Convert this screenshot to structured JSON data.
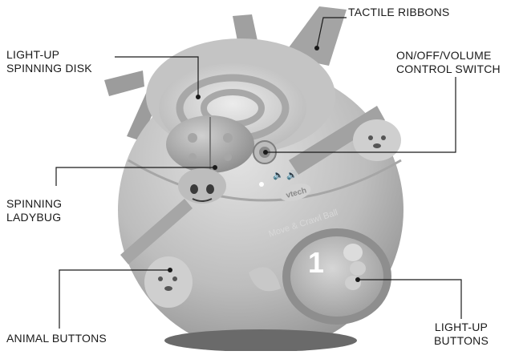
{
  "labels": {
    "tactile_ribbons": "TACTILE RIBBONS",
    "light_up_spinning_disk": [
      "LIGHT-UP",
      "SPINNING DISK"
    ],
    "on_off_volume_switch": [
      "ON/OFF/VOLUME",
      "CONTROL SWITCH"
    ],
    "spinning_ladybug": [
      "SPINNING",
      "LADYBUG"
    ],
    "animal_buttons": "ANIMAL BUTTONS",
    "light_up_buttons": [
      "LIGHT-UP",
      "BUTTONS"
    ]
  },
  "toy": {
    "brand": "vtech",
    "product_name": "Move & Crawl Ball",
    "button_number": "1"
  },
  "colors": {
    "ball_light": "#d8d8d8",
    "ball_mid": "#b4b4b4",
    "ball_dark": "#8a8a8a",
    "ribbon": "#9e9e9e",
    "line": "#1a1a1a"
  }
}
